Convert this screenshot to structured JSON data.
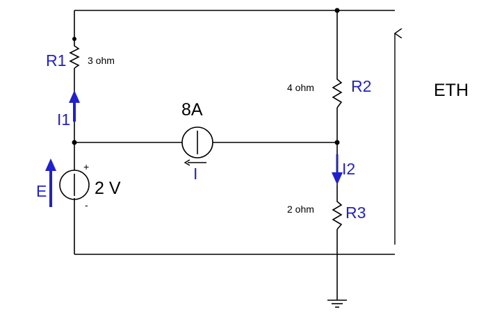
{
  "colors": {
    "wire": "#000000",
    "label_blue": "#1f1fd6",
    "arrow_blue": "#1f1fd6",
    "background": "#ffffff"
  },
  "components": {
    "r1": {
      "name": "R1",
      "value": "3 ohm"
    },
    "r2": {
      "name": "R2",
      "value": "4 ohm"
    },
    "r3": {
      "name": "R3",
      "value": "2 ohm"
    },
    "current_source": {
      "value": "8A",
      "current_label": "I"
    },
    "voltage_source": {
      "value": "2 V",
      "plus": "+",
      "minus": "-",
      "emf_label": "E"
    }
  },
  "currents": {
    "i1": "I1",
    "i2": "I2"
  },
  "output": {
    "label": "ETH"
  },
  "icons": [
    "resistor-icon",
    "current-source-icon",
    "voltage-source-icon",
    "ground-icon",
    "arrow-icon"
  ]
}
